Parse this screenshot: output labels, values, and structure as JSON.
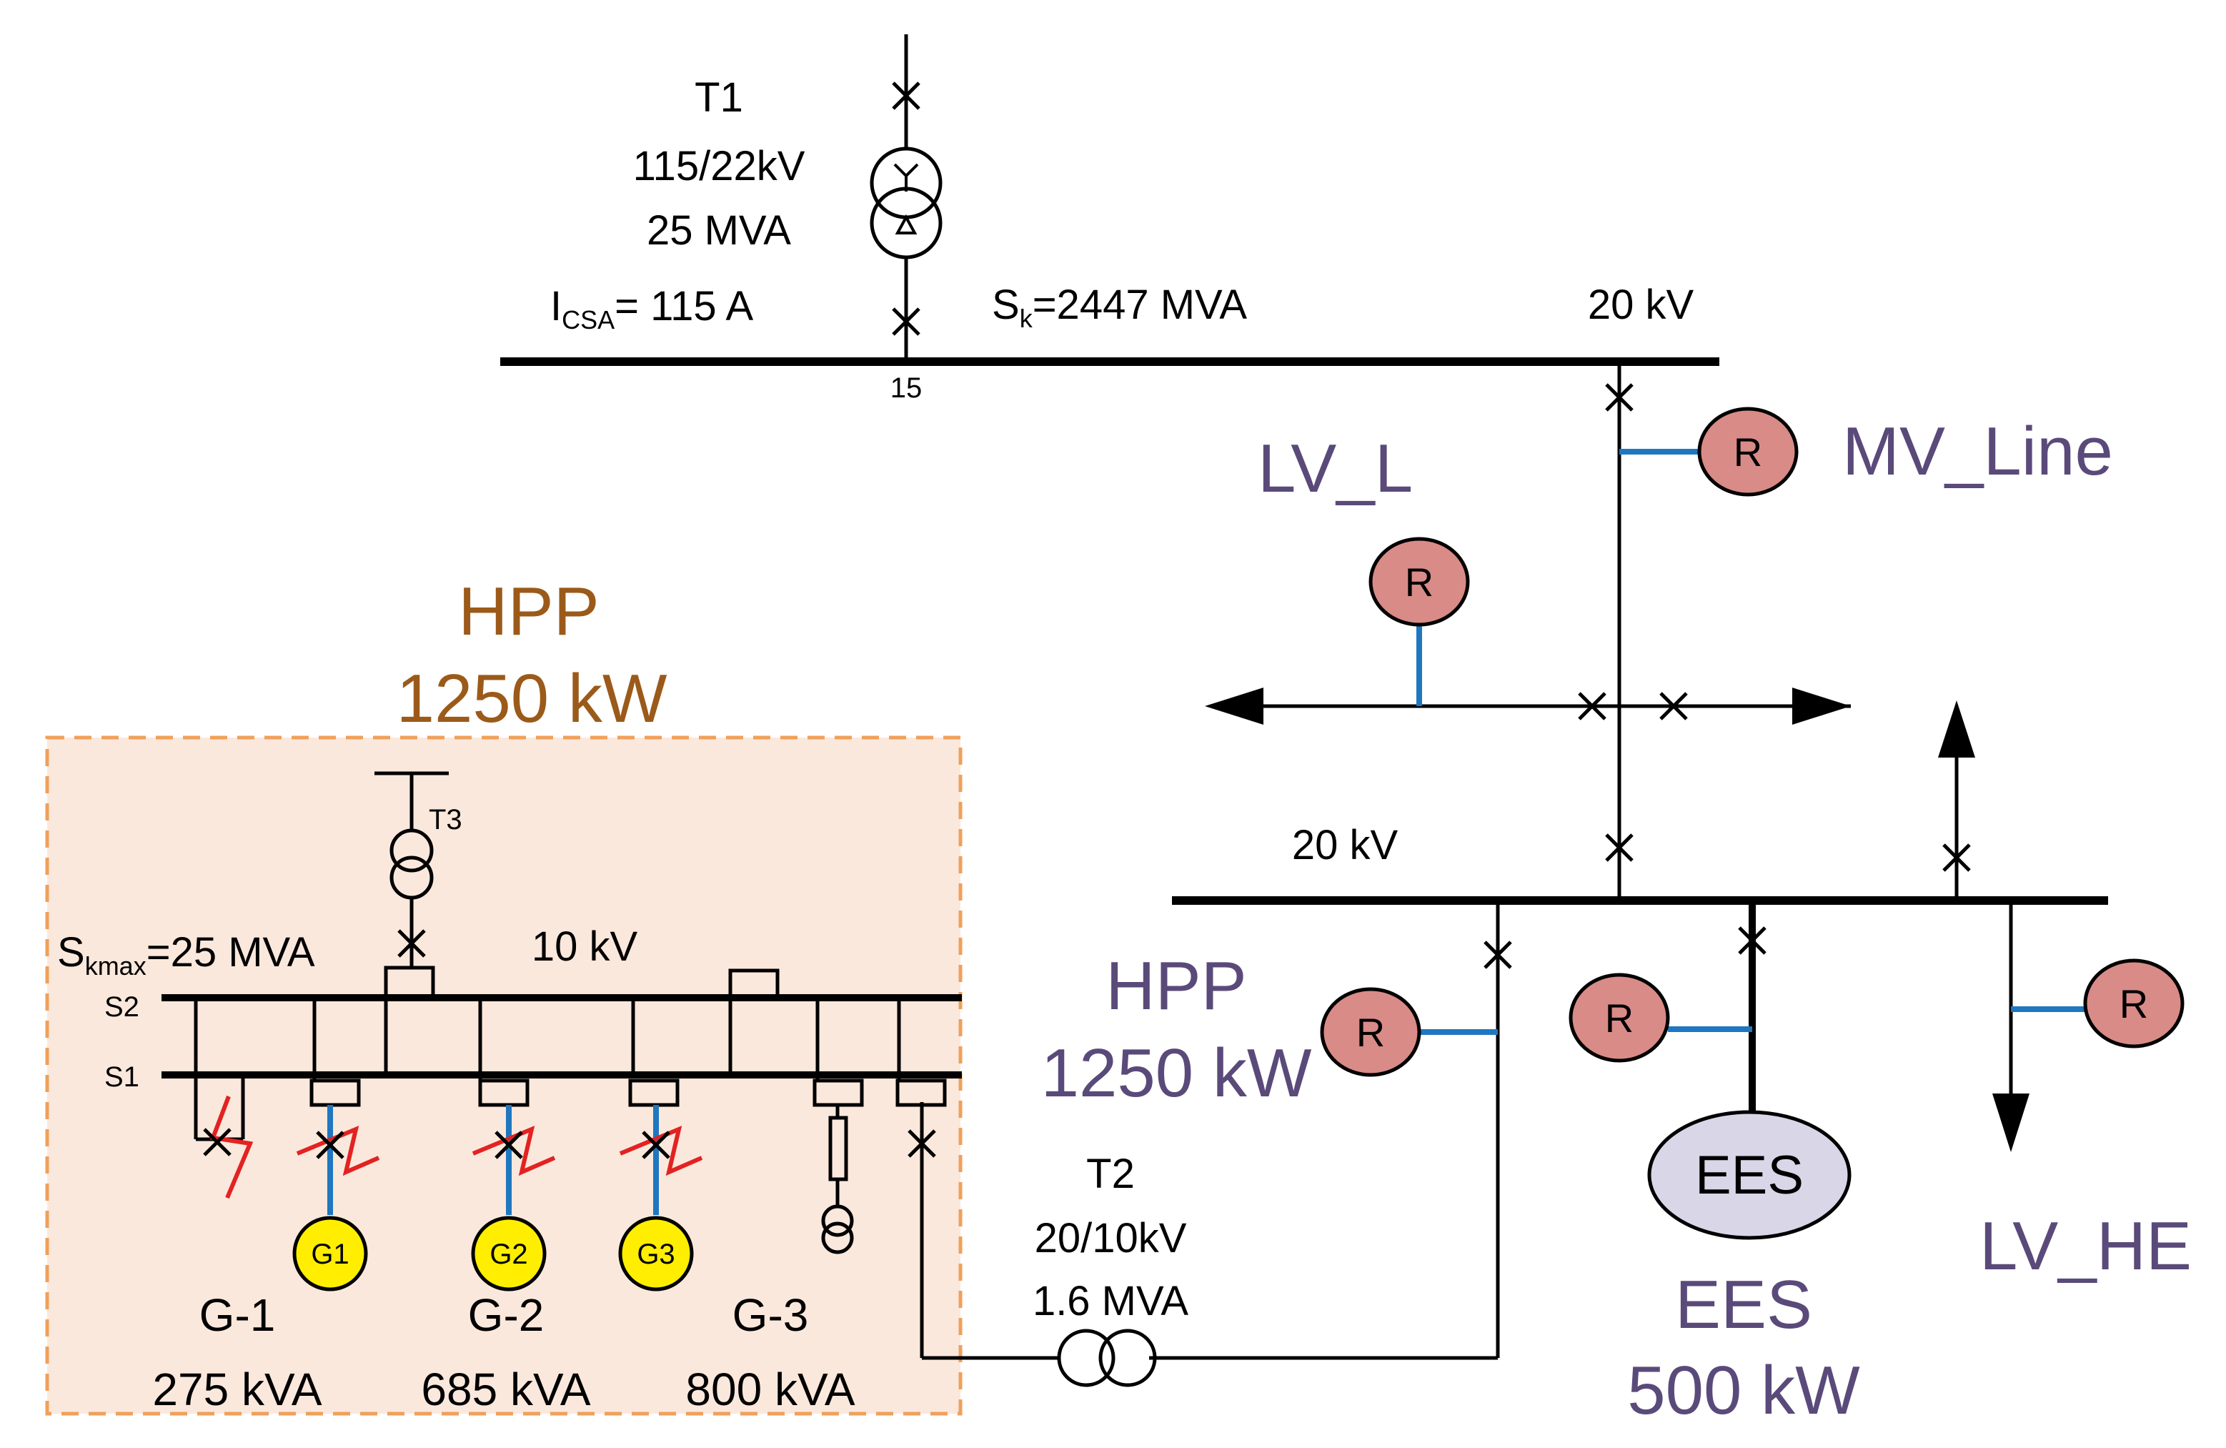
{
  "colors": {
    "line": "#000000",
    "relay_link": "#1f77c0",
    "relay_fill": "#d98b87",
    "generator_fill": "#ffee00",
    "ees_fill": "#d9d6e8",
    "hpp_box_fill": "#fbe8dc",
    "hpp_box_border": "#f0a05a",
    "fault_arrow": "#e32222",
    "label_purple": "#5a4a7a",
    "label_brown": "#9b5a1a"
  },
  "t1": {
    "name": "T1",
    "ratio": "115/22kV",
    "rating": "25 MVA",
    "ics_prefix": "I",
    "ics_sub": "CSA",
    "ics_value": "= 115  A",
    "node": "15"
  },
  "bus_top": {
    "sk_prefix": "S",
    "sk_sub": "k",
    "sk_value": "=2447 MVA",
    "voltage": "20 kV"
  },
  "feeders": {
    "mv_line": "MV_Line",
    "lv_l": "LV_L",
    "lv_he": "LV_HE"
  },
  "bus_mid": {
    "voltage": "20 kV"
  },
  "relay_label": "R",
  "hpp_title": {
    "line1": "HPP",
    "line2": "1250 kW"
  },
  "hpp_right": {
    "line1": "HPP",
    "line2": "1250 kW"
  },
  "hpp_inner": {
    "t3": "T3",
    "sk_prefix": "S",
    "sk_sub": "kmax",
    "sk_value": "=25 MVA",
    "voltage": "10 kV",
    "bus_s2": "S2",
    "bus_s1": "S1"
  },
  "generators": [
    {
      "symbol": "G1",
      "name": "G-1",
      "rating": "275 kVA"
    },
    {
      "symbol": "G2",
      "name": "G-2",
      "rating": "685 kVA"
    },
    {
      "symbol": "G3",
      "name": "G-3",
      "rating": "800 kVA"
    }
  ],
  "t2": {
    "name": "T2",
    "ratio": "20/10kV",
    "rating": "1.6 MVA"
  },
  "ees": {
    "symbol": "EES",
    "name": "EES",
    "rating": "500 kW"
  }
}
